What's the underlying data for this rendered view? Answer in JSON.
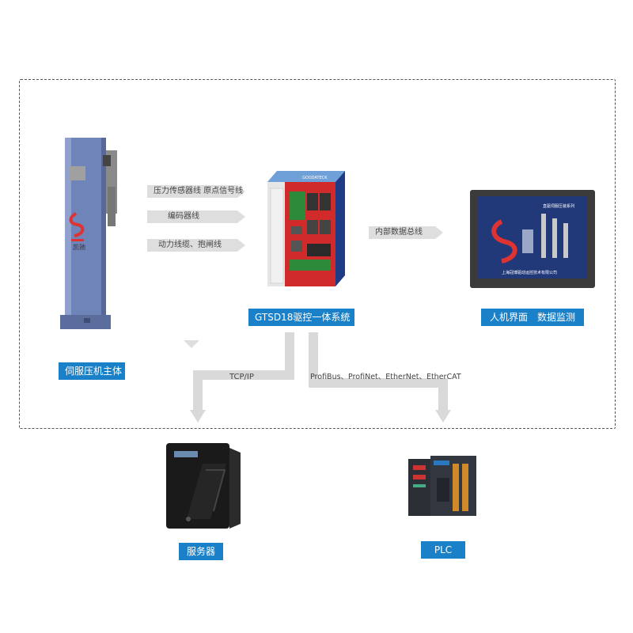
{
  "diagram": {
    "cables": [
      "压力传感器线 原点信号线",
      "编码器线",
      "动力线缆、抱闸线"
    ],
    "bus_label": "内部数据总线",
    "devices": {
      "press": "伺服压机主体",
      "controller": "GTSD18驱控一体系统",
      "hmi": "人机界面　数据监测",
      "server": "服务器",
      "plc": "PLC"
    },
    "links": {
      "tcp": "TCP/IP",
      "fieldbus": "ProfiBus、ProfiNet、EtherNet、EtherCAT"
    },
    "controller_brand": "GOODATECK",
    "hmi_screen_title": "直驱伺服压装系列",
    "hmi_screen_company": "上海冠博驱动运控技术有限公司",
    "press_logo_text": "凯驰"
  },
  "colors": {
    "accent": "#1a80c8",
    "arrow": "#d9d9d9"
  }
}
